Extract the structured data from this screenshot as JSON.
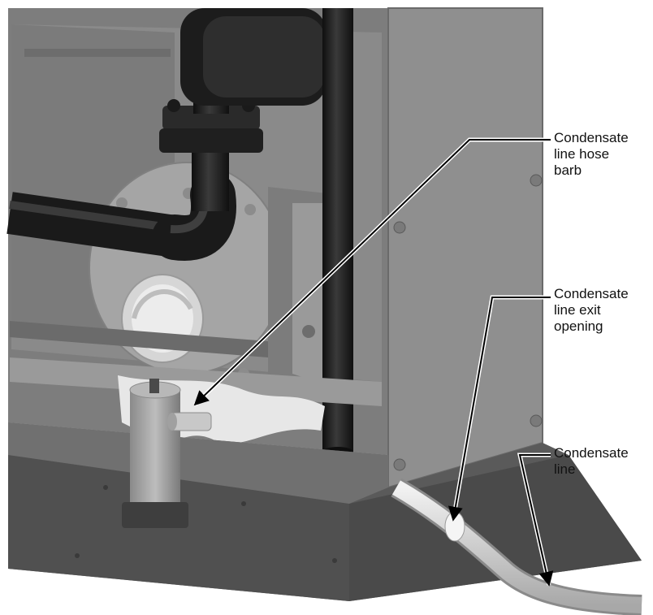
{
  "callouts": [
    {
      "id": "hose-barb",
      "text": "Condensate\nline hose\nbarb"
    },
    {
      "id": "exit-opening",
      "text": "Condensate\nline exit\nopening"
    },
    {
      "id": "condensate-line",
      "text": "Condensate\nline"
    }
  ],
  "colors": {
    "background": "#ffffff",
    "cabinet": "#8e8e8e",
    "cabinet_shadow": "#6c6c6c",
    "base": "#505050",
    "pipe": "#1d1d1d",
    "light_part": "#cfcfcf",
    "leader": "#000000"
  }
}
